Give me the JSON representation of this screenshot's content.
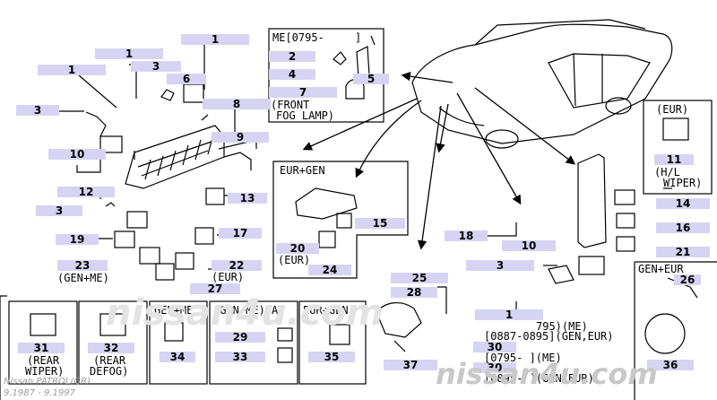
{
  "watermark": {
    "site_left": "nissan4u.com",
    "site_right": "nissan4u.com",
    "model": "Nissan PATROL(GR)",
    "dates": "9.1987 - 9.1997"
  },
  "labels": {
    "top_me": "ME[0795-",
    "top_bracket": "]",
    "front_fog_1": "(FRONT",
    "front_fog_2": "FOG LAMP)",
    "eur_gen": "EUR+GEN",
    "eur_paren": "(EUR)",
    "gen_me": "(GEN+ME)",
    "eur_paren_2": "(EUR)",
    "eur_top_right": "(EUR)",
    "hl_wiper_1": "(H/L",
    "hl_wiper_2": "WIPER)",
    "gen_eur_right": "GEN+EUR",
    "rear_wiper_1": "(REAR",
    "rear_wiper_2": "WIPER)",
    "rear_defog_1": "(REAR",
    "rear_defog_2": "DEFOG)",
    "gen_me_box": "GEN+ME",
    "gen_me_at": "(GEN+ME).AT",
    "eur_gen_box": "EUR+GEN",
    "range_795": "795)(ME)",
    "range_0887": "[0887-0895](GEN,EUR)",
    "range_0795": "[0795-      ](ME)",
    "range_0895": "[0895-      ](GEN,EUR)"
  },
  "callouts": [
    "1",
    "1",
    "1",
    "1",
    "2",
    "3",
    "3",
    "3",
    "3",
    "4",
    "5",
    "6",
    "7",
    "8",
    "9",
    "10",
    "10",
    "11",
    "12",
    "13",
    "14",
    "15",
    "16",
    "17",
    "18",
    "19",
    "20",
    "21",
    "22",
    "23",
    "24",
    "25",
    "26",
    "27",
    "28",
    "29",
    "30",
    "30",
    "31",
    "32",
    "33",
    "34",
    "35",
    "36",
    "37"
  ]
}
